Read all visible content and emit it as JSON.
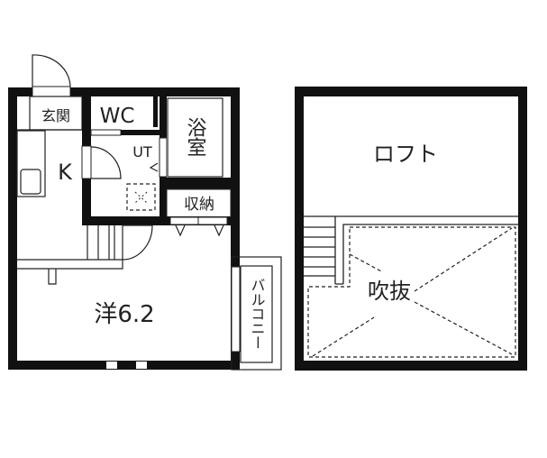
{
  "floor_plan": {
    "main_floor": {
      "rooms": {
        "entrance": "玄関",
        "toilet": "WC",
        "utility": "UT",
        "bath": "浴室",
        "kitchen": "K",
        "storage": "収納",
        "western_room": "洋6.2",
        "balcony": "バルコニー"
      }
    },
    "loft_floor": {
      "rooms": {
        "loft": "ロフト",
        "void": "吹抜"
      }
    }
  }
}
